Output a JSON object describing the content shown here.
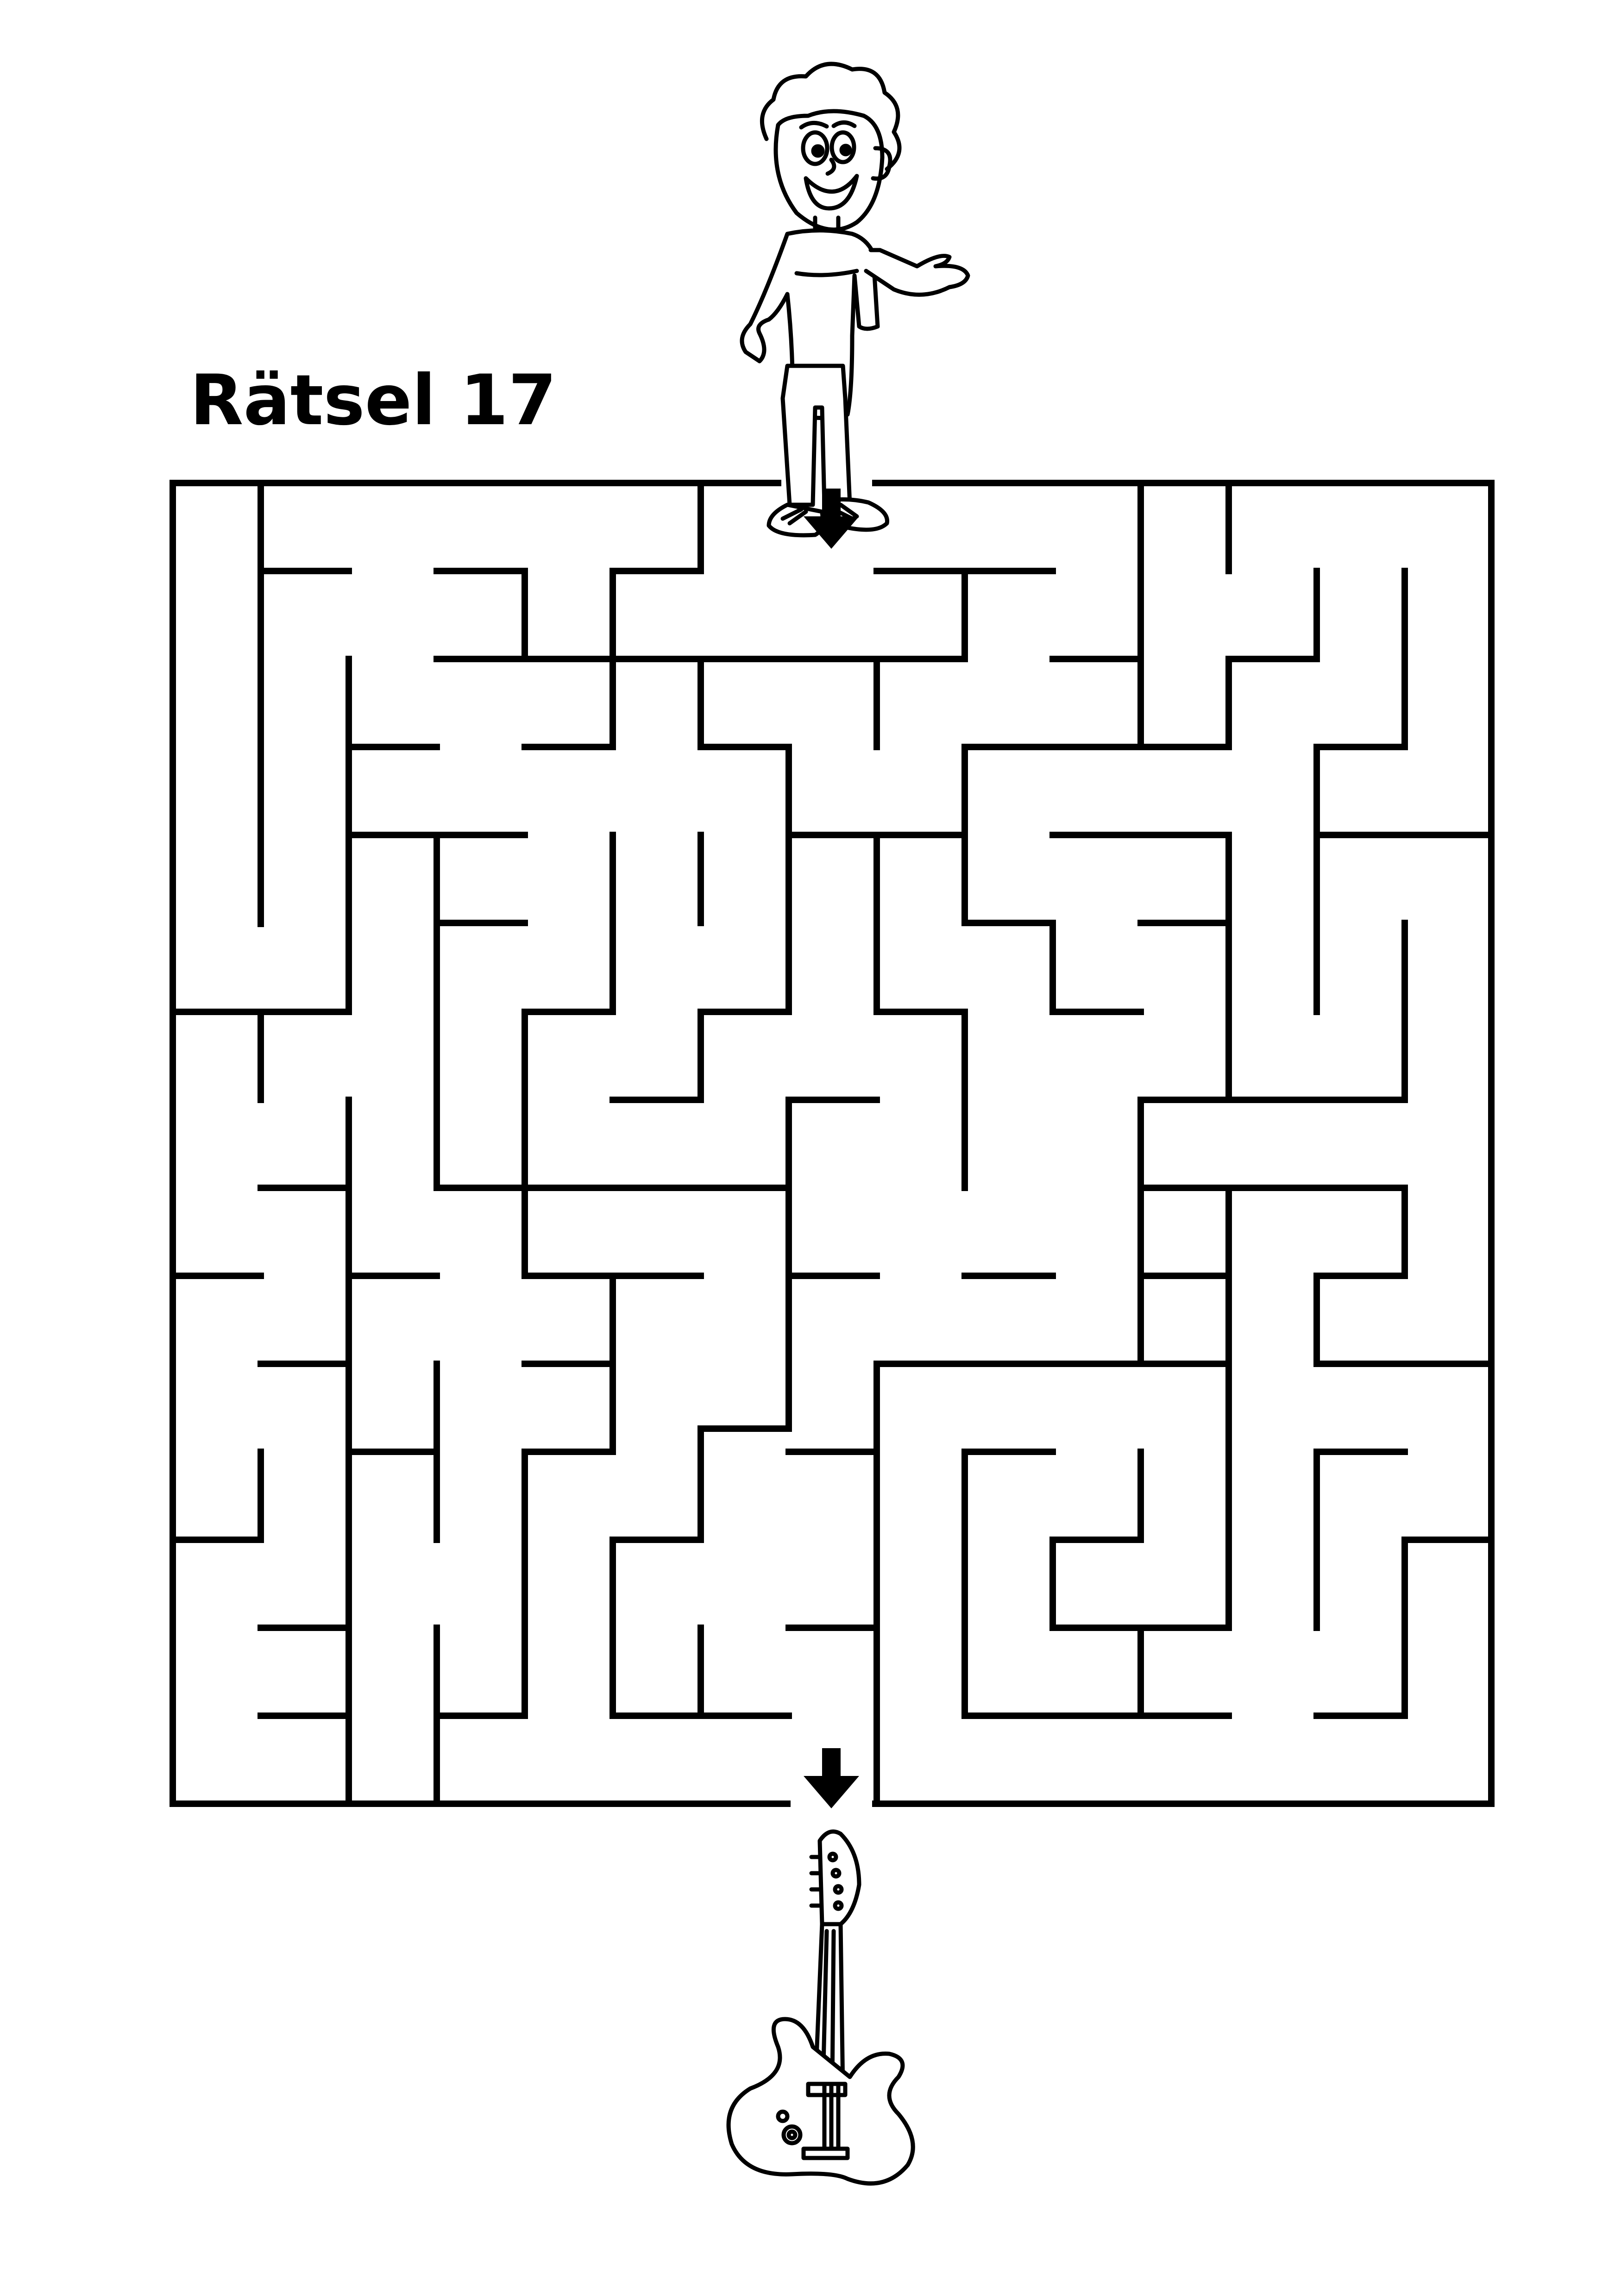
{
  "puzzle": {
    "title": "Rätsel 17",
    "type": "maze",
    "start": "boy-character",
    "goal": "electric-guitar",
    "icons": {
      "start_character": "boy-character-icon",
      "goal_object": "electric-guitar-icon",
      "arrow": "arrow-down-icon"
    },
    "colors": {
      "ink": "#000000",
      "paper": "#ffffff"
    }
  }
}
